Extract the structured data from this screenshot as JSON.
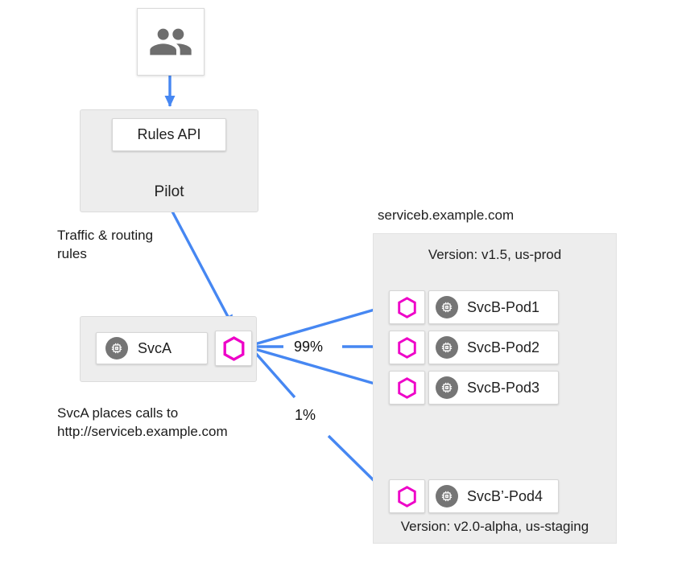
{
  "labels": {
    "traffic_line1": "Traffic & routing",
    "traffic_line2": "rules",
    "svca_note_line1": "SvcA places calls to",
    "svca_note_line2": "http://serviceb.example.com",
    "pct_major": "99%",
    "pct_minor": "1%"
  },
  "pilot": {
    "title": "Pilot",
    "api_label": "Rules API"
  },
  "svca": {
    "label": "SvcA"
  },
  "serviceb": {
    "domain": "serviceb.example.com",
    "version_top": "Version: v1.5, us-prod",
    "version_bottom": "Version: v2.0-alpha, us-staging",
    "pods": [
      "SvcB-Pod1",
      "SvcB-Pod2",
      "SvcB-Pod3",
      "SvcB’-Pod4"
    ]
  },
  "icons": {
    "users": "people-icon",
    "pod": "chip-icon",
    "sidecar": "hexagon-sidecar-icon"
  },
  "colors": {
    "arrow_blue": "#4687f2",
    "sidecar_magenta": "#ee00c8",
    "icon_gray": "#6e6e6e",
    "pod_circle_gray": "#757575",
    "panel_gray": "#ededed",
    "text": "#212121"
  }
}
